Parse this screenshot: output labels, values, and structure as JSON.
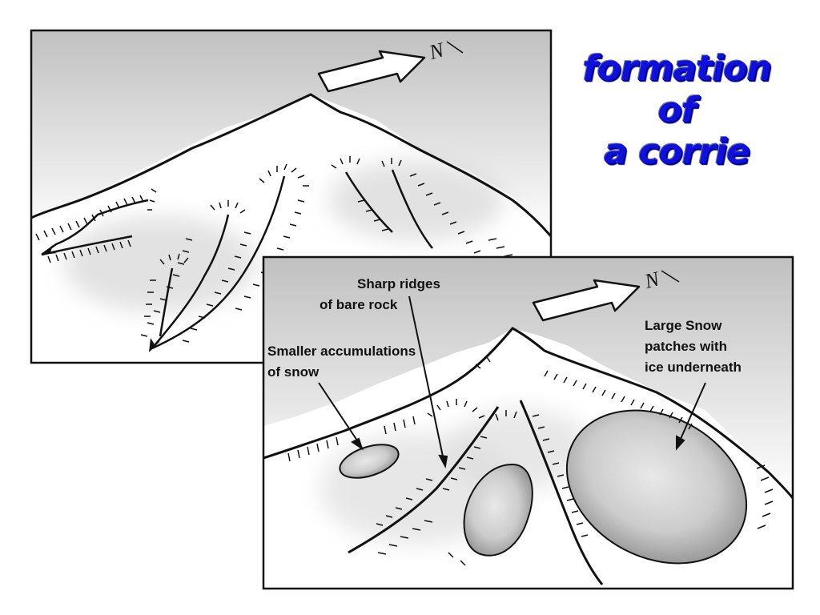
{
  "title": {
    "line1": "formation of",
    "line2": "a corrie",
    "color": "#1010d8"
  },
  "compass": {
    "north_letter": "N",
    "icon": "north-arrow-icon"
  },
  "labels": {
    "sharp_ridges": [
      "Sharp ridges",
      "of bare rock"
    ],
    "smaller_accumulations": [
      "Smaller accumulations",
      "of snow"
    ],
    "large_snow": [
      "Large Snow",
      "patches with",
      "ice underneath"
    ]
  },
  "colors": {
    "outline": "#111111",
    "snow_patch": "#c8c8c8",
    "sky_shade": "#bdbdbd"
  }
}
